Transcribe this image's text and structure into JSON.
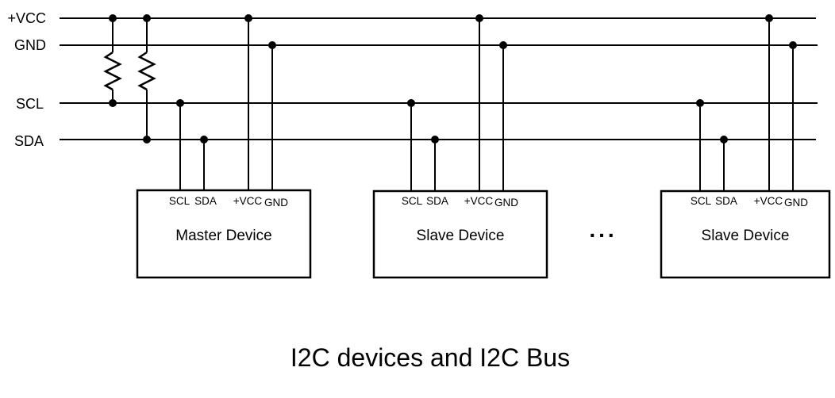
{
  "title": "I2C devices and I2C Bus",
  "diagram": {
    "type": "circuit-schematic",
    "buses": [
      {
        "label": "+VCC"
      },
      {
        "label": "GND"
      },
      {
        "label": "SCL"
      },
      {
        "label": "SDA"
      }
    ],
    "pullup_resistor_count": 2,
    "devices": [
      {
        "name": "Master Device",
        "pins": [
          "SCL",
          "SDA",
          "+VCC",
          "GND"
        ]
      },
      {
        "name": "Slave Device",
        "pins": [
          "SCL",
          "SDA",
          "+VCC",
          "GND"
        ]
      },
      {
        "name": "Slave Device",
        "pins": [
          "SCL",
          "SDA",
          "+VCC",
          "GND"
        ]
      }
    ],
    "ellipsis": "...",
    "colors": {
      "line": "#000000",
      "background": "#ffffff"
    }
  }
}
